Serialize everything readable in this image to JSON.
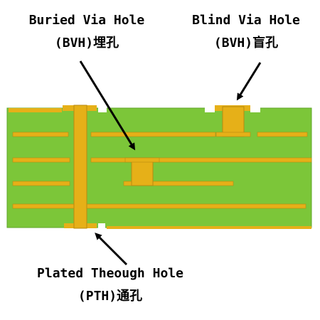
{
  "labels": {
    "buried": {
      "line1": "Buried Via Hole",
      "line2": "(BVH)埋孔"
    },
    "blind": {
      "line1": "Blind Via Hole",
      "line2": "(BVH)盲孔"
    },
    "pth": {
      "line1": "Plated Theough Hole",
      "line2": "(PTH)通孔"
    }
  },
  "colors": {
    "board": "#7cc639",
    "board_edge": "#5fa52a",
    "copper": "#e6b018",
    "copper_edge": "#b88a10",
    "arrow": "#000000"
  }
}
